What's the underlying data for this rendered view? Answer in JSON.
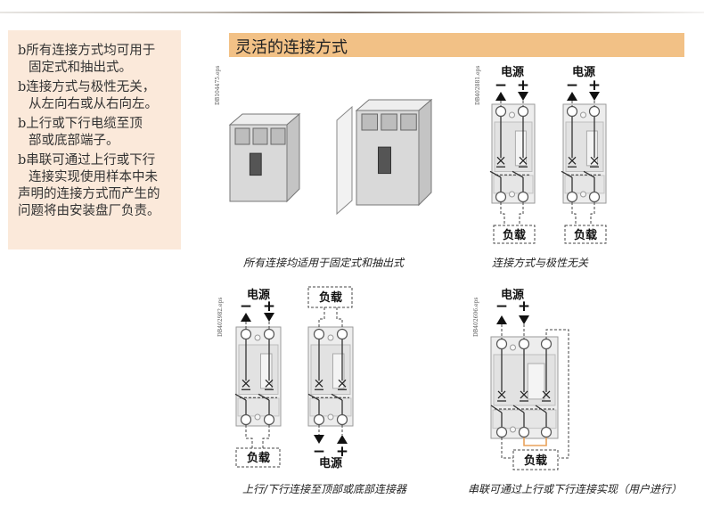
{
  "notes": {
    "bullet": "b",
    "items": [
      {
        "line1": "所有连接方式均可用于",
        "line2": "固定式和抽出式。"
      },
      {
        "line1": "连接方式与极性无关，",
        "line2": "从左向右或从右向左。"
      },
      {
        "line1": "上行或下行电缆至顶",
        "line2": "部或底部端子。"
      },
      {
        "line1": "串联可通过上行或下行",
        "line2": "连接实现使用样本中未"
      }
    ],
    "tail1": "声明的连接方式而产生的",
    "tail2": "问题将由安装盘厂负责。"
  },
  "header": {
    "title": "灵活的连接方式"
  },
  "figures": {
    "fig1": {
      "ref": "DB104475.eps",
      "caption": "所有连接均适用于固定式和抽出式"
    },
    "fig2": {
      "ref": "DB402881.eps",
      "caption": "连接方式与极性无关"
    },
    "fig3": {
      "ref": "DB402982.eps",
      "caption": "上行/下行连接至顶部或底部连接器"
    },
    "fig4": {
      "ref": "DB402606.eps",
      "caption": "串联可通过上行或下行连接实现（用户进行）"
    }
  },
  "labels": {
    "source": "电源",
    "load": "负载",
    "minus": "−",
    "plus": "+"
  },
  "colors": {
    "header": "#f2c186",
    "notes_bg": "#fbe9da",
    "link": "#e8a25a"
  }
}
